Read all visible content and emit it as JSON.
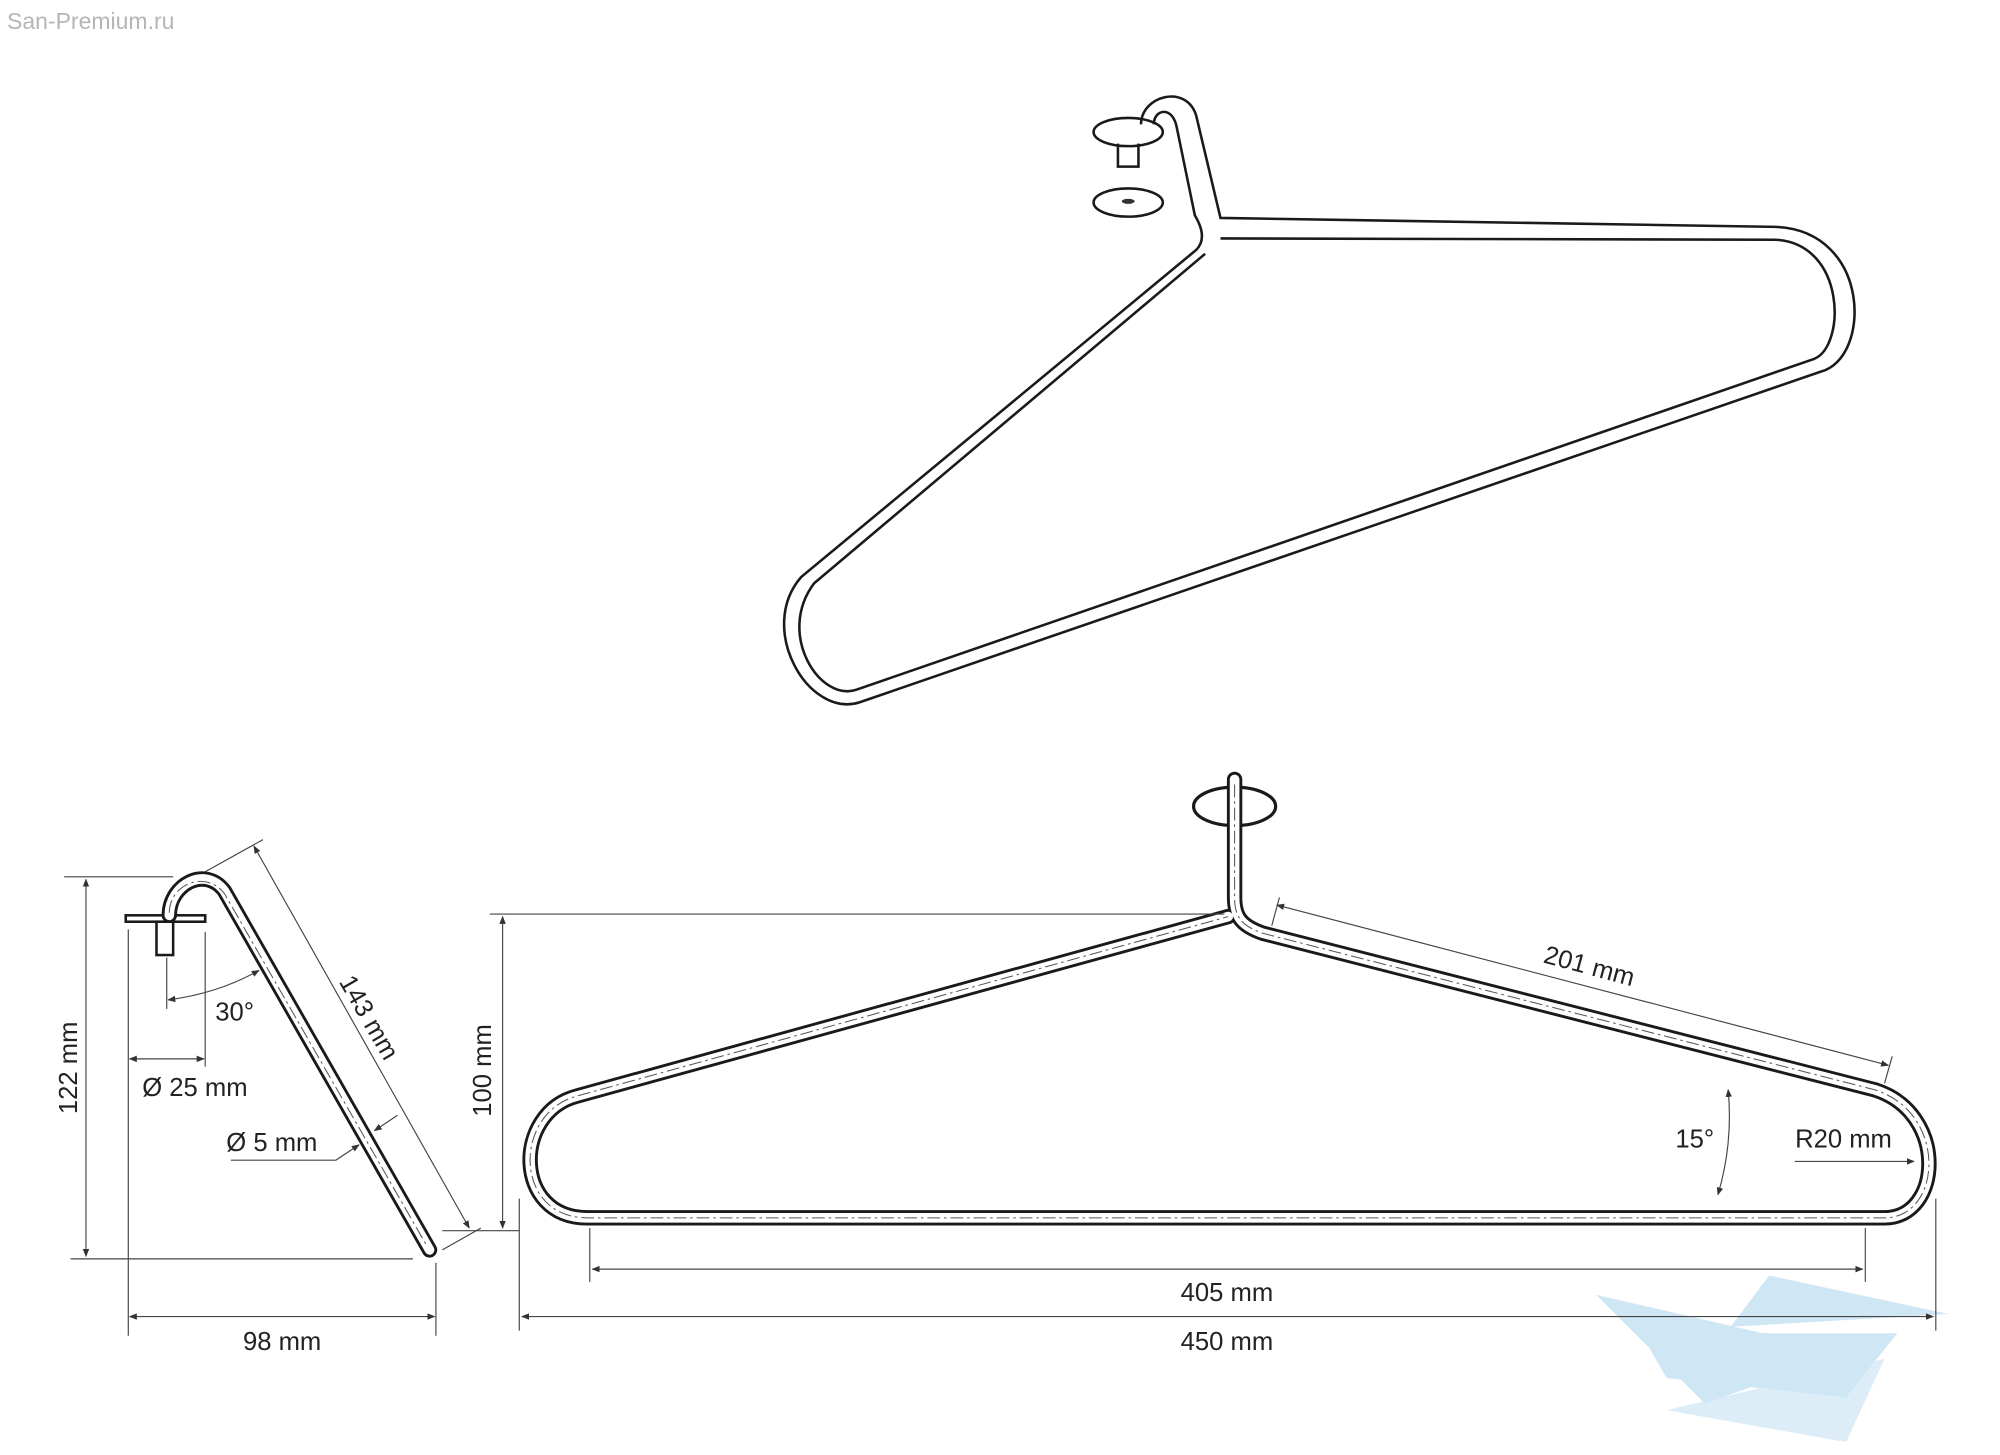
{
  "watermark": "San-Premium.ru",
  "side_view": {
    "height_label": "122 mm",
    "width_label": "98 mm",
    "length_label": "143 mm",
    "mount_diameter_label": "Ø 25 mm",
    "rod_diameter_label": "Ø 5 mm",
    "angle_label": "30°"
  },
  "front_view": {
    "height_label": "100 mm",
    "arm_length_label": "201 mm",
    "angle_label": "15°",
    "radius_label": "R20 mm",
    "inner_width_label": "405 mm",
    "total_width_label": "450 mm"
  },
  "colors": {
    "line": "#1a1a1a",
    "logo": "#cfe6f5",
    "watermark": "#b5b5b5"
  }
}
